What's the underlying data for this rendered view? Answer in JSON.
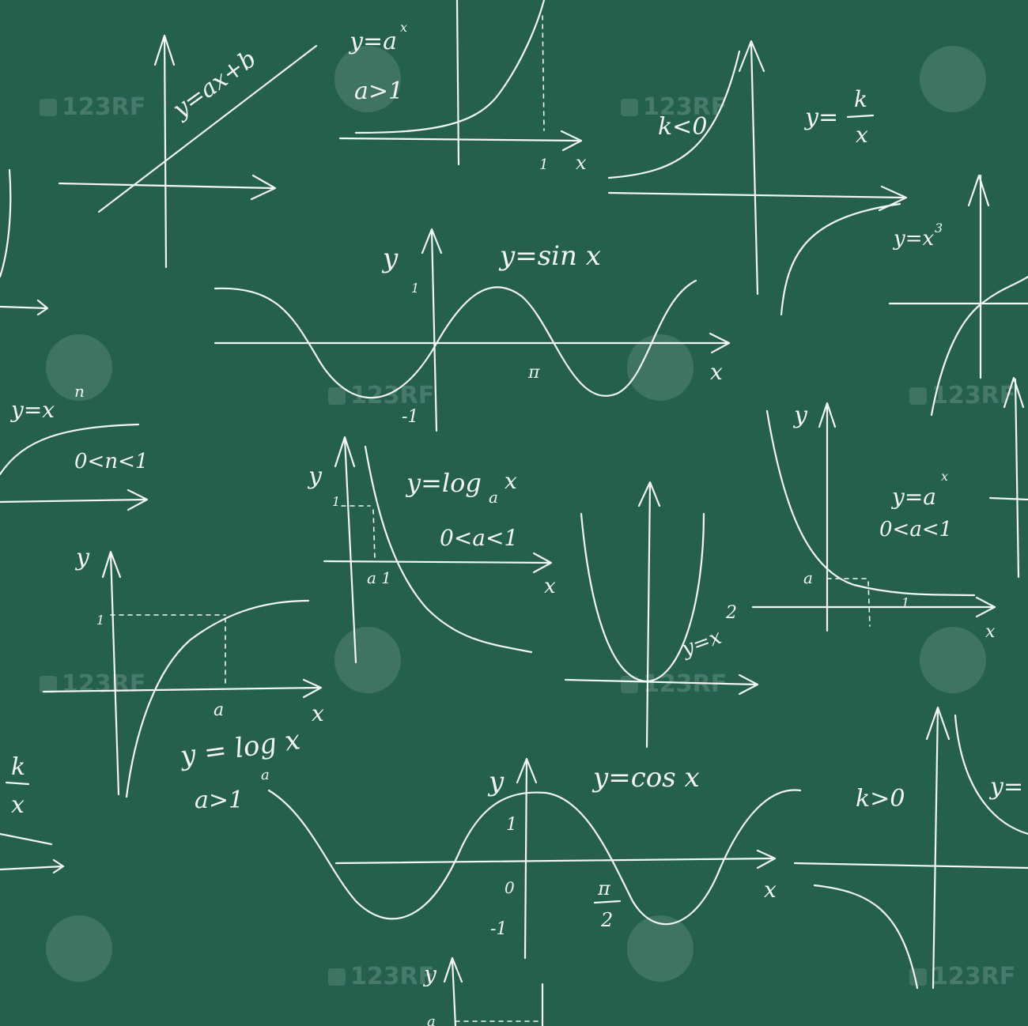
{
  "background_color": "#25604f",
  "chalk_color": "#f4f6f2",
  "watermark": {
    "text": "123RF"
  },
  "labels": {
    "linear": "y=ax+b",
    "exp_growth": "y=a",
    "exp_growth_pow": "x",
    "exp_growth_cond": "a>1",
    "exp_growth_tick": "1",
    "exp_growth_x": "x",
    "hyp_neg_cond": "k<0",
    "hyp_neg_y": "y=",
    "hyp_neg_k": "k",
    "hyp_neg_x": "x",
    "cubic": "y=x",
    "cubic_pow": "3",
    "sin_y": "y",
    "sin_one": "1",
    "sin_title": "y=sin x",
    "sin_pi": "π",
    "sin_minus": "-1",
    "sin_x": "x",
    "power": "y=x",
    "power_pow": "n",
    "power_cond": "0<n<1",
    "logdec_y": "y",
    "logdec_one": "1",
    "logdec_title": "y=log",
    "logdec_sub": "a",
    "logdec_x": "x",
    "logdec_cond": "0<a<1",
    "logdec_ticks": "a 1",
    "logdec_axis": "x",
    "parab": "y=x",
    "parab_pow": "2",
    "expdec_y": "y",
    "expdec_title": "y=a",
    "expdec_pow": "x",
    "expdec_cond": "0<a<1",
    "expdec_a": "a",
    "expdec_one": "1",
    "expdec_x": "x",
    "loginc_y": "y",
    "loginc_one": "1",
    "loginc_a": "a",
    "loginc_x": "x",
    "loginc_title": "y = log x",
    "loginc_sub": "a",
    "loginc_cond": "a>1",
    "left_k": "k",
    "left_x": "x",
    "cos_y": "y",
    "cos_title": "y=cos x",
    "cos_one": "1",
    "cos_zero": "0",
    "cos_minus": "-1",
    "cos_pi": "π",
    "cos_two": "2",
    "cos_x": "x",
    "hyp_pos_cond": "k>0",
    "hyp_pos_y": "y=",
    "bottom_y": "y",
    "bottom_a": "a"
  }
}
